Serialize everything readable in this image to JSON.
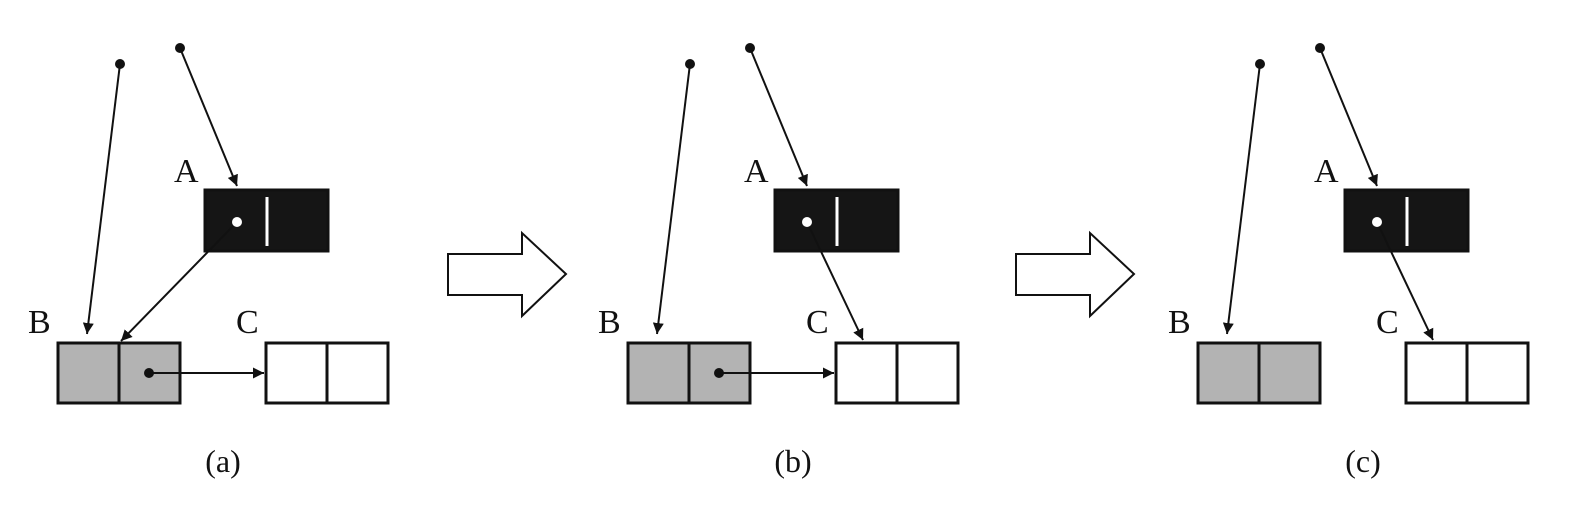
{
  "colors": {
    "node_a_fill": "#151515",
    "node_b_fill": "#b3b3b3",
    "node_c_fill": "#ffffff",
    "stroke": "#111111",
    "pointer_origin_on_dark": "#ffffff"
  },
  "panels": [
    {
      "caption": "(a)",
      "labels": {
        "a": "A",
        "b": "B",
        "c": "C"
      },
      "a_points_to": "B",
      "b_points_to": "C"
    },
    {
      "caption": "(b)",
      "labels": {
        "a": "A",
        "b": "B",
        "c": "C"
      },
      "a_points_to": "C",
      "b_points_to": "C"
    },
    {
      "caption": "(c)",
      "labels": {
        "a": "A",
        "b": "B",
        "c": "C"
      },
      "a_points_to": "C",
      "b_points_to": null
    }
  ],
  "transitions": [
    {
      "icon": "hollow-right-arrow-icon"
    },
    {
      "icon": "hollow-right-arrow-icon"
    }
  ]
}
